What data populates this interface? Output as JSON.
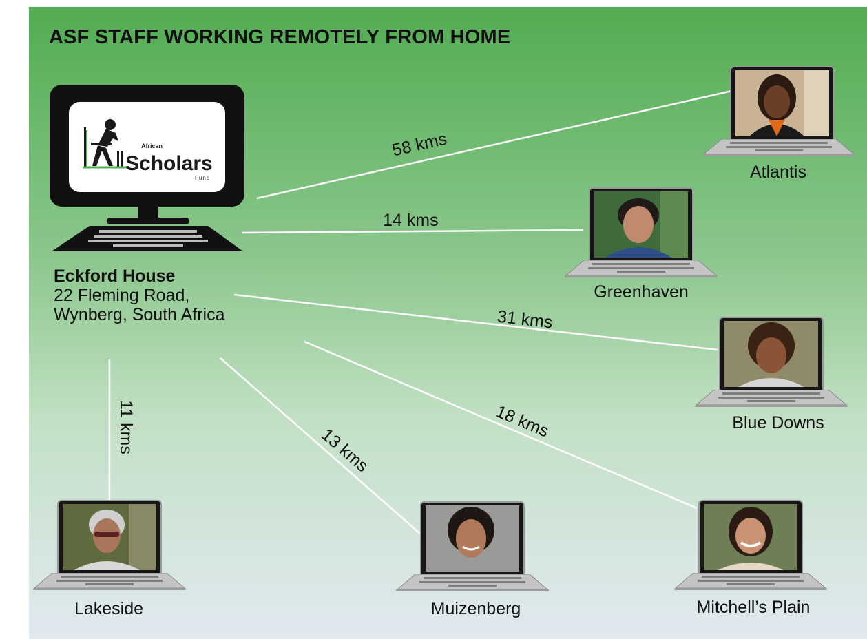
{
  "title": "ASF STAFF WORKING REMOTELY FROM HOME",
  "headquarters": {
    "name": "Eckford House",
    "address_line1": "22 Fleming Road,",
    "address_line2": "Wynberg, South Africa",
    "logo": {
      "word_african": "African",
      "word_scholars": "Scholars",
      "word_fund": "Fund"
    }
  },
  "locations": [
    {
      "name": "Atlantis",
      "distance": "58 kms"
    },
    {
      "name": "Greenhaven",
      "distance": "14 kms"
    },
    {
      "name": "Blue Downs",
      "distance": "31 kms"
    },
    {
      "name": "Mitchell’s Plain",
      "distance": "18 kms"
    },
    {
      "name": "Muizenberg",
      "distance": "13 kms"
    },
    {
      "name": "Lakeside",
      "distance": "11 kms"
    }
  ],
  "colors": {
    "background_top": "#52ac52",
    "background_bottom": "#e1e9f0",
    "connector": "#ffffff",
    "text": "#101010"
  }
}
